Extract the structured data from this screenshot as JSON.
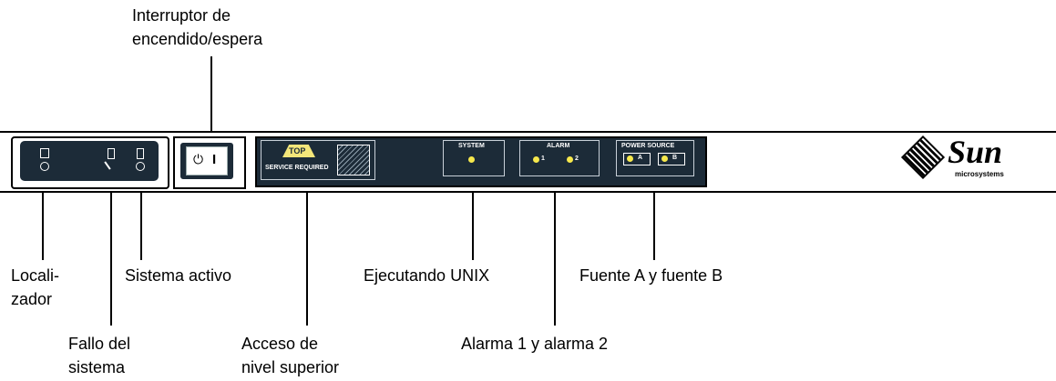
{
  "callouts": {
    "power_switch": "Interruptor de\nencendido/espera",
    "locator": "Locali-\nzador",
    "system_active": "Sistema activo",
    "system_fault": "Fallo del\nsistema",
    "top_access": "Acceso de\nnivel superior",
    "unix_running": "Ejecutando UNIX",
    "alarms": "Alarma 1 y alarma 2",
    "power_sources": "Fuente A y fuente B"
  },
  "panel": {
    "top_label": "TOP",
    "service_required": "SERVICE REQUIRED",
    "system_label": "SYSTEM",
    "alarm_label": "ALARM",
    "alarm_1": "1",
    "alarm_2": "2",
    "power_source_label": "POWER SOURCE",
    "source_a": "A",
    "source_b": "B",
    "switch_standby_symbol": "⏻",
    "switch_on_symbol": "I"
  },
  "logo": {
    "brand": "Sun",
    "sub": "microsystems"
  },
  "colors": {
    "panel_dark": "#1c2b38",
    "led_yellow": "#f6e84c",
    "top_badge": "#f3e67a"
  }
}
